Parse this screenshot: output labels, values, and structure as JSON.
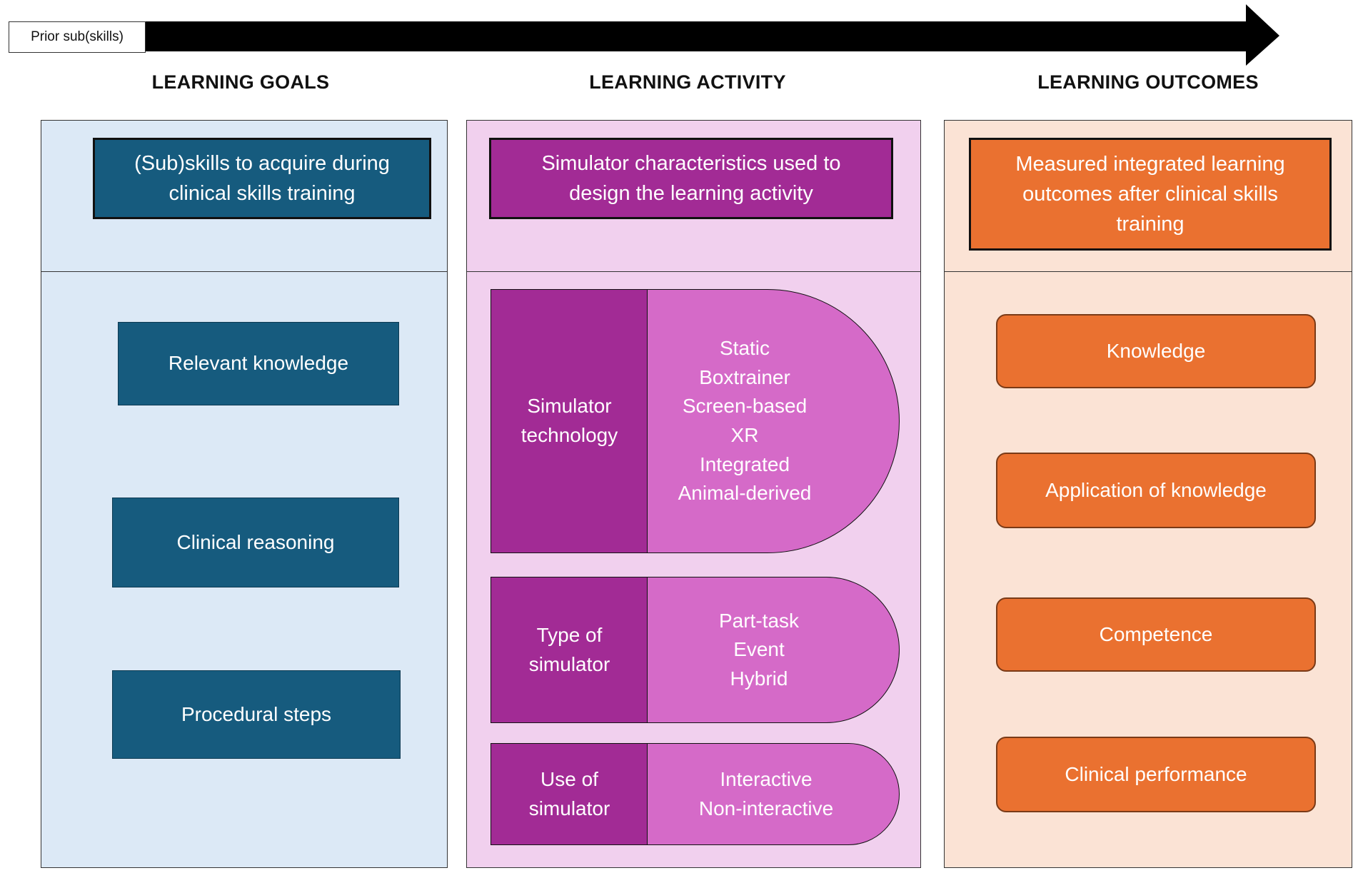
{
  "timeline": {
    "label": "Prior sub(skills)"
  },
  "columns": {
    "goals": {
      "heading": "LEARNING GOALS",
      "header": "(Sub)skills to acquire during clinical skills training",
      "items": [
        "Relevant knowledge",
        "Clinical reasoning",
        "Procedural steps"
      ]
    },
    "activity": {
      "heading": "LEARNING ACTIVITY",
      "header": "Simulator characteristics used to design the learning activity",
      "groups": [
        {
          "label": "Simulator technology",
          "options": [
            "Static",
            "Boxtrainer",
            "Screen-based",
            "XR",
            "Integrated",
            "Animal-derived"
          ]
        },
        {
          "label": "Type of simulator",
          "options": [
            "Part-task",
            "Event",
            "Hybrid"
          ]
        },
        {
          "label": "Use of simulator",
          "options": [
            "Interactive",
            "Non-interactive"
          ]
        }
      ]
    },
    "outcomes": {
      "heading": "LEARNING OUTCOMES",
      "header": "Measured integrated learning outcomes after clinical skills training",
      "items": [
        "Knowledge",
        "Application of knowledge",
        "Competence",
        "Clinical performance"
      ]
    }
  },
  "colors": {
    "goals_bg": "#dce9f6",
    "goals_box": "#165b7e",
    "activity_bg": "#f1d0ee",
    "activity_dark": "#a22b95",
    "activity_light": "#d56ac8",
    "outcomes_bg": "#fbe3d5",
    "outcomes_box": "#ea7130"
  }
}
